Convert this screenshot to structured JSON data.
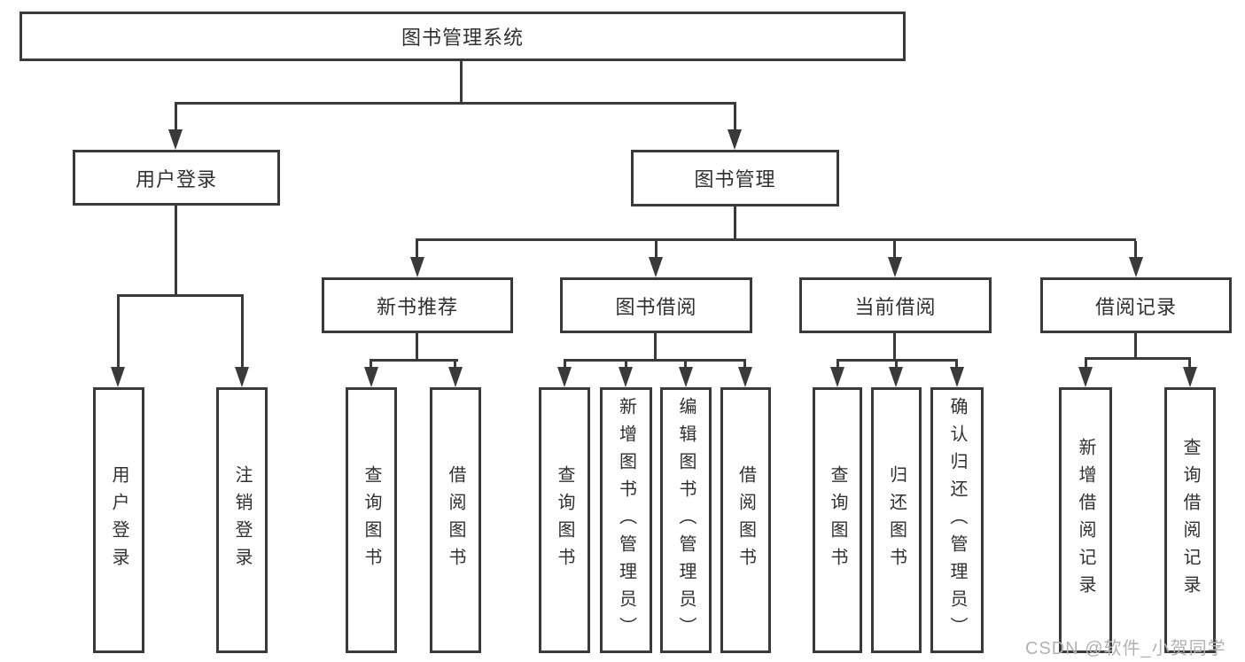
{
  "colors": {
    "line": "#3a3a3a",
    "box_border": "#3a3a3a",
    "text": "#303030",
    "watermark": "#b2b2b2",
    "background": "#ffffff"
  },
  "diagram": {
    "root": {
      "label": "图书管理系统"
    },
    "level2": [
      {
        "label": "用户登录"
      },
      {
        "label": "图书管理"
      }
    ],
    "level3": [
      {
        "label": "新书推荐"
      },
      {
        "label": "图书借阅"
      },
      {
        "label": "当前借阅"
      },
      {
        "label": "借阅记录"
      }
    ],
    "leaves": [
      {
        "label": "用户登录",
        "parent": "用户登录"
      },
      {
        "label": "注销登录",
        "parent": "用户登录"
      },
      {
        "label": "查询图书",
        "parent": "新书推荐"
      },
      {
        "label": "借阅图书",
        "parent": "新书推荐"
      },
      {
        "label": "查询图书",
        "parent": "图书借阅"
      },
      {
        "label": "新增图书（管理员）",
        "parent": "图书借阅"
      },
      {
        "label": "编辑图书（管理员）",
        "parent": "图书借阅"
      },
      {
        "label": "借阅图书",
        "parent": "图书借阅"
      },
      {
        "label": "查询图书",
        "parent": "当前借阅"
      },
      {
        "label": "归还图书",
        "parent": "当前借阅"
      },
      {
        "label": "确认归还（管理员）",
        "parent": "当前借阅"
      },
      {
        "label": "新增借阅记录",
        "parent": "借阅记录"
      },
      {
        "label": "查询借阅记录",
        "parent": "借阅记录"
      }
    ],
    "watermark": "CSDN @软件_小贺同学"
  }
}
